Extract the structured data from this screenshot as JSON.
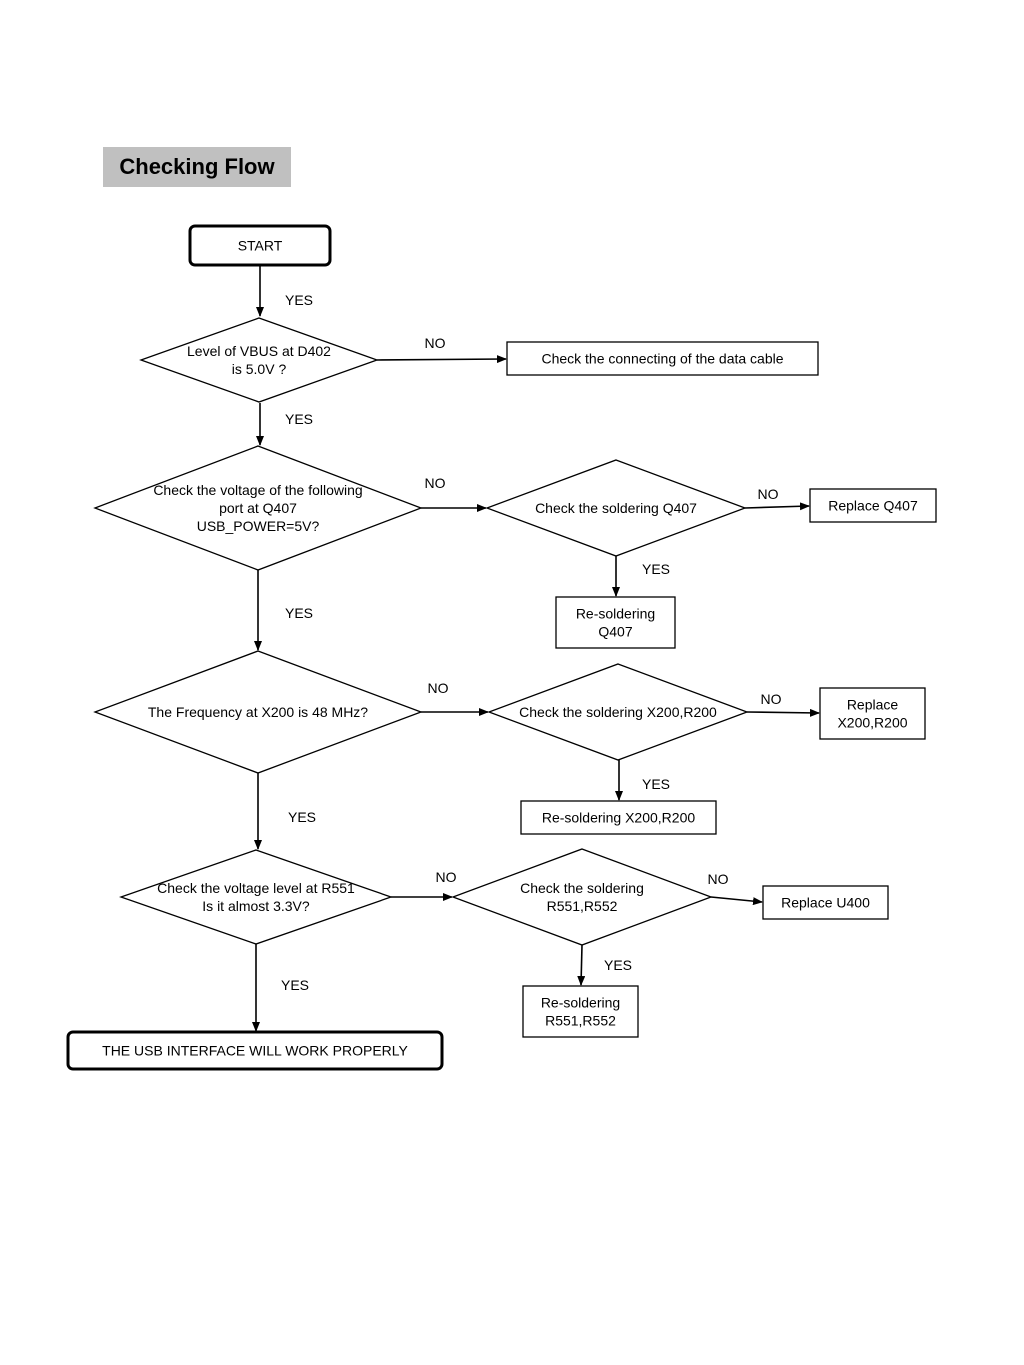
{
  "title": "Checking Flow",
  "nodes": {
    "start": {
      "lines": [
        "START"
      ]
    },
    "d_vbus": {
      "lines": [
        "Level of VBUS at D402",
        "is 5.0V ?"
      ]
    },
    "b_cable": {
      "lines": [
        "Check the connecting of the data cable"
      ]
    },
    "d_q407_port": {
      "lines": [
        "Check the voltage of the following",
        "port at Q407",
        "USB_POWER=5V?"
      ]
    },
    "d_q407_solder": {
      "lines": [
        "Check the soldering Q407"
      ]
    },
    "b_replace_q407": {
      "lines": [
        "Replace Q407"
      ]
    },
    "b_resolder_q407": {
      "lines": [
        "Re-soldering",
        "Q407"
      ]
    },
    "d_freq": {
      "lines": [
        "The Frequency at X200 is 48 MHz?"
      ]
    },
    "d_x200_solder": {
      "lines": [
        "Check the soldering X200,R200"
      ]
    },
    "b_replace_x200": {
      "lines": [
        "Replace",
        "X200,R200"
      ]
    },
    "b_resolder_x200": {
      "lines": [
        "Re-soldering X200,R200"
      ]
    },
    "d_r551": {
      "lines": [
        "Check the voltage level at R551",
        "Is it almost 3.3V?"
      ]
    },
    "d_r551_solder": {
      "lines": [
        "Check the soldering",
        "R551,R552"
      ]
    },
    "b_replace_u400": {
      "lines": [
        "Replace U400"
      ]
    },
    "b_resolder_r551": {
      "lines": [
        "Re-soldering",
        "R551,R552"
      ]
    },
    "end": {
      "lines": [
        "THE USB INTERFACE WILL WORK PROPERLY"
      ]
    }
  },
  "edge_labels": {
    "yes": "YES",
    "no": "NO"
  }
}
